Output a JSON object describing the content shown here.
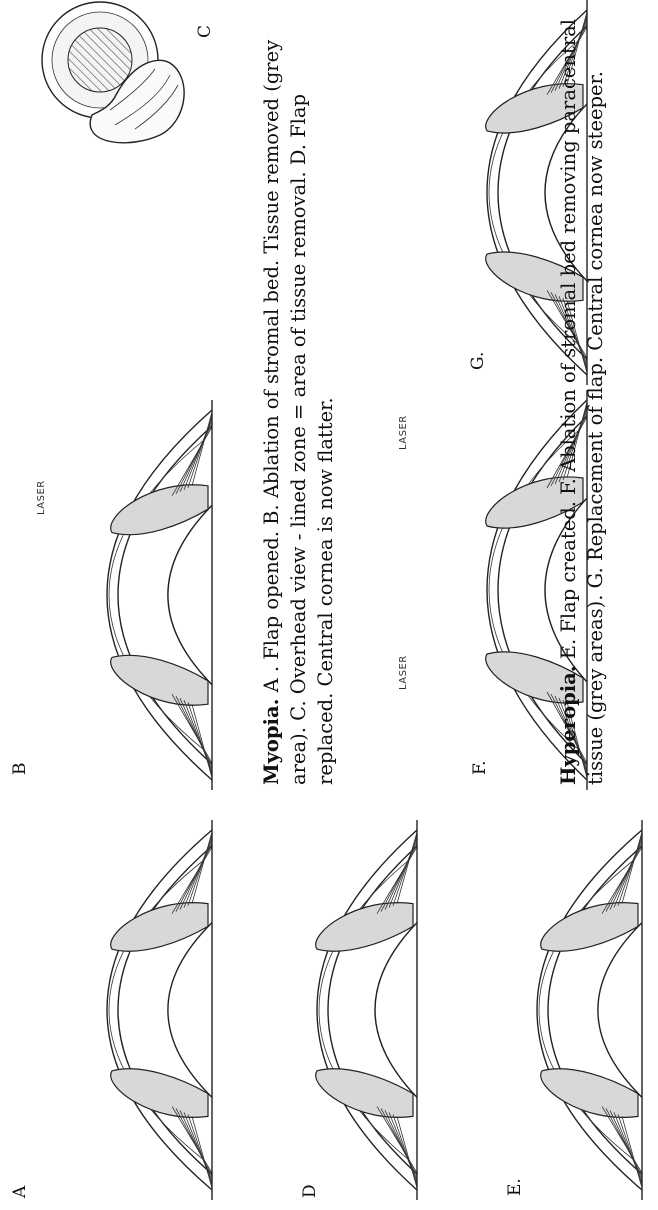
{
  "panels": {
    "A": {
      "label": "A"
    },
    "B": {
      "label": "B",
      "laser": "LASER"
    },
    "C": {
      "label": "C"
    },
    "D": {
      "label": "D"
    },
    "E": {
      "label": "E."
    },
    "F": {
      "label": "F.",
      "laser_left": "LASER",
      "laser_right": "LASER"
    },
    "G": {
      "label": "G."
    }
  },
  "captions": {
    "myopia": {
      "heading": "Myopia.",
      "text": "A . Flap opened. B. Ablation of stromal bed. Tissue removed (grey area). C. Overhead view - lined zone = area of tissue removal. D. Flap replaced. Central cornea is now flatter."
    },
    "hyperopia": {
      "heading": "Hyperopia.",
      "text": "E. Flap created. F. Ablation of stromal bed removing paracentral tissue (grey areas). G. Replacement of flap. Central cornea now steeper."
    }
  }
}
